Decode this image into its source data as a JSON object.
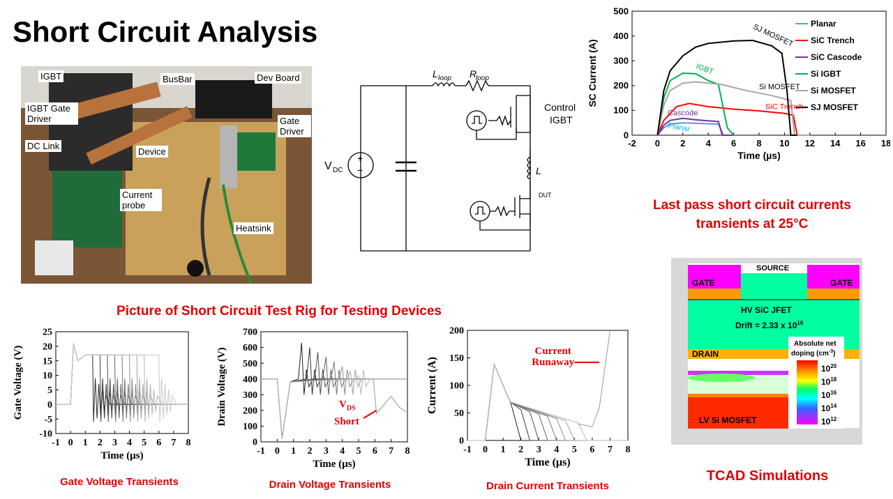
{
  "page": {
    "title": "Short Circuit Analysis",
    "captions": {
      "rig": "Picture of Short Circuit Test Rig for Testing Devices",
      "sc_chart": "Last pass short circuit currents transients at 25°C",
      "tcad": "TCAD Simulations",
      "gate": "Gate Voltage Transients",
      "drain_v": "Drain Voltage Transients",
      "drain_i": "Drain Current Transients"
    }
  },
  "photo_labels": [
    "IGBT",
    "BusBar",
    "Dev Board",
    "IGBT Gate Driver",
    "Gate Driver",
    "DC Link",
    "Device",
    "Current probe",
    "Heatsink"
  ],
  "schematic": {
    "vdc": "V",
    "vdc_sub": "DC",
    "lloop": "L",
    "lloop_sub": "loop",
    "rloop": "R",
    "rloop_sub": "loop",
    "control": "Control",
    "igbt": "IGBT",
    "inductor": "L",
    "dut": "DUT"
  },
  "chart_data": [
    {
      "type": "line",
      "xlabel": "Time (µs)",
      "ylabel": "SC Current (A)",
      "xlim": [
        -2,
        18
      ],
      "ylim": [
        0,
        500
      ],
      "xticks": [
        -2,
        0,
        2,
        4,
        6,
        8,
        10,
        12,
        14,
        16,
        18
      ],
      "yticks": [
        0,
        100,
        200,
        300,
        400,
        500
      ],
      "legend": "top-right",
      "series": [
        {
          "name": "Planar",
          "color": "#5b9bd5",
          "x": [
            0,
            0.5,
            1,
            2,
            3,
            4,
            4.8,
            5.2,
            6
          ],
          "y": [
            0,
            30,
            45,
            50,
            48,
            46,
            45,
            0,
            0
          ]
        },
        {
          "name": "SiC Trench",
          "color": "#ff0000",
          "x": [
            0,
            0.5,
            1.5,
            2.5,
            4,
            6,
            8,
            10,
            10.7,
            11,
            12
          ],
          "y": [
            0,
            60,
            115,
            128,
            115,
            105,
            98,
            88,
            80,
            0,
            0
          ]
        },
        {
          "name": "SiC Cascode",
          "color": "#7030a0",
          "x": [
            0,
            0.5,
            1,
            2,
            3,
            4,
            4.8,
            5.1,
            6
          ],
          "y": [
            0,
            40,
            60,
            68,
            62,
            58,
            55,
            0,
            0
          ]
        },
        {
          "name": "Si IGBT",
          "color": "#00b050",
          "x": [
            0,
            0.5,
            1,
            2,
            3,
            4,
            4.8,
            5.5,
            6
          ],
          "y": [
            0,
            150,
            220,
            250,
            248,
            220,
            205,
            30,
            0
          ]
        },
        {
          "name": "Si MOSFET",
          "color": "#a6a6a6",
          "x": [
            0,
            0.5,
            1,
            2,
            3,
            5,
            7,
            9,
            10.5,
            10.8,
            12
          ],
          "y": [
            0,
            120,
            180,
            210,
            215,
            205,
            180,
            160,
            140,
            0,
            0
          ]
        },
        {
          "name": "SJ MOSFET",
          "color": "#000000",
          "x": [
            0,
            0.5,
            1,
            2,
            3,
            4,
            6,
            7.5,
            9,
            9.8,
            10.2,
            10.5,
            11
          ],
          "y": [
            0,
            180,
            260,
            320,
            355,
            370,
            380,
            382,
            360,
            330,
            180,
            0,
            0
          ]
        }
      ],
      "annotations": [
        "SJ MOSFET",
        "IGBT",
        "Si MOSFET",
        "SiC Trench",
        "Cascode",
        "Planar"
      ]
    },
    {
      "type": "line",
      "xlabel": "Time (µs)",
      "ylabel": "Gate Voltage (V)",
      "xlim": [
        -1,
        8
      ],
      "ylim": [
        -10,
        25
      ],
      "xticks": [
        -1,
        0,
        1,
        2,
        3,
        4,
        5,
        6,
        7,
        8
      ],
      "yticks": [
        -10,
        -5,
        0,
        5,
        10,
        15,
        20,
        25
      ],
      "turnoff_times": [
        1.5,
        2,
        2.5,
        3,
        3.5,
        4,
        4.5,
        5,
        6
      ]
    },
    {
      "type": "line",
      "xlabel": "Time (µs)",
      "ylabel": "Drain Voltage (V)",
      "xlim": [
        -1,
        8
      ],
      "ylim": [
        0,
        700
      ],
      "xticks": [
        -1,
        0,
        1,
        2,
        3,
        4,
        5,
        6,
        7,
        8
      ],
      "yticks": [
        0,
        100,
        200,
        300,
        400,
        500,
        600,
        700
      ],
      "annotation_main": "V",
      "annotation_sub": "DS",
      "annotation_line2": "Short",
      "turnoff_times": [
        1.5,
        2,
        2.5,
        3,
        3.5,
        4,
        4.5,
        5
      ]
    },
    {
      "type": "line",
      "xlabel": "Time (µs)",
      "ylabel": "Current (A)",
      "xlim": [
        -1,
        8
      ],
      "ylim": [
        0,
        200
      ],
      "xticks": [
        -1,
        0,
        1,
        2,
        3,
        4,
        5,
        6,
        7,
        8
      ],
      "yticks": [
        0,
        50,
        100,
        150,
        200
      ],
      "annotation_line1": "Current",
      "annotation_line2": "Runaway",
      "turnoff_times": [
        1.5,
        2,
        2.5,
        3,
        3.5,
        4,
        4.5,
        5.2
      ]
    }
  ],
  "tcad": {
    "source": "SOURCE",
    "gate_left": "GATE",
    "gate_right": "GATE",
    "jfet": "HV SiC JFET",
    "drift": "Drift = 2.33 x 10",
    "drift_exp": "16",
    "drain": "DRAIN",
    "lv": "LV Si  MOSFET",
    "legend_title1": "Absolute net",
    "legend_title2": "doping (cm",
    "legend_title_exp": "-3",
    "legend_values": [
      {
        "base": "10",
        "exp": "20"
      },
      {
        "base": "10",
        "exp": "18"
      },
      {
        "base": "10",
        "exp": "16"
      },
      {
        "base": "10",
        "exp": "14"
      },
      {
        "base": "10",
        "exp": "12"
      }
    ]
  }
}
